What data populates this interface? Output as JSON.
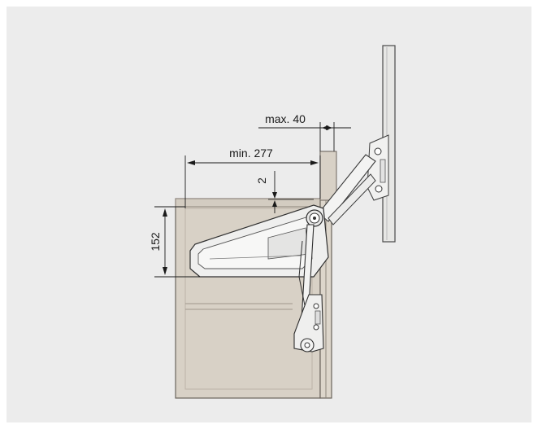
{
  "colors": {
    "background": "#ececec",
    "cabinet": "#d8d1c6",
    "cabinet_edge": "#6b645c",
    "door": "#e7e7e5",
    "mechanism": "#efefee",
    "line": "#2a2a2a"
  },
  "dimensions": {
    "max_label": "max. 40",
    "min_label": "min. 277",
    "gap_label": "2",
    "height_label": "152"
  }
}
